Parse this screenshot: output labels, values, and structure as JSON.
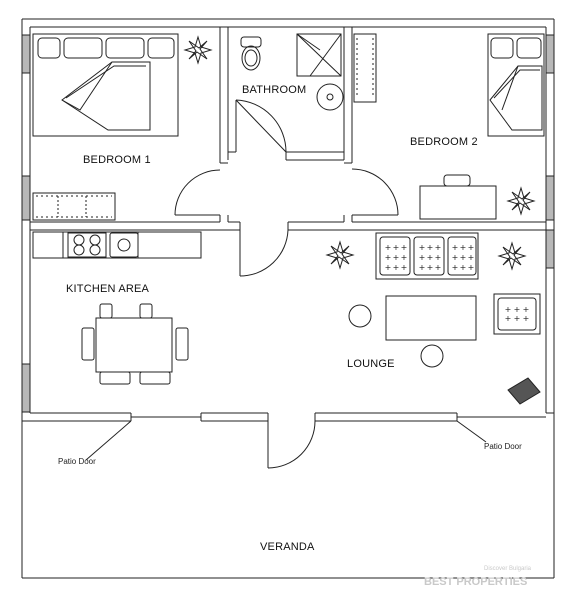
{
  "rooms": {
    "bedroom1": "BEDROOM 1",
    "bathroom": "BATHROOM",
    "bedroom2": "BEDROOM 2",
    "kitchen": "KITCHEN AREA",
    "lounge": "LOUNGE",
    "veranda": "VERANDA"
  },
  "doors": {
    "patio_left": "Patio Door",
    "patio_right": "Patio Door"
  },
  "watermark": {
    "line1": "Discover Bulgaria",
    "line2": "BEST PROPERTIES"
  },
  "colors": {
    "wall": "#ffffff",
    "wall_outline": "#222222",
    "window": "#b8b8b8"
  }
}
